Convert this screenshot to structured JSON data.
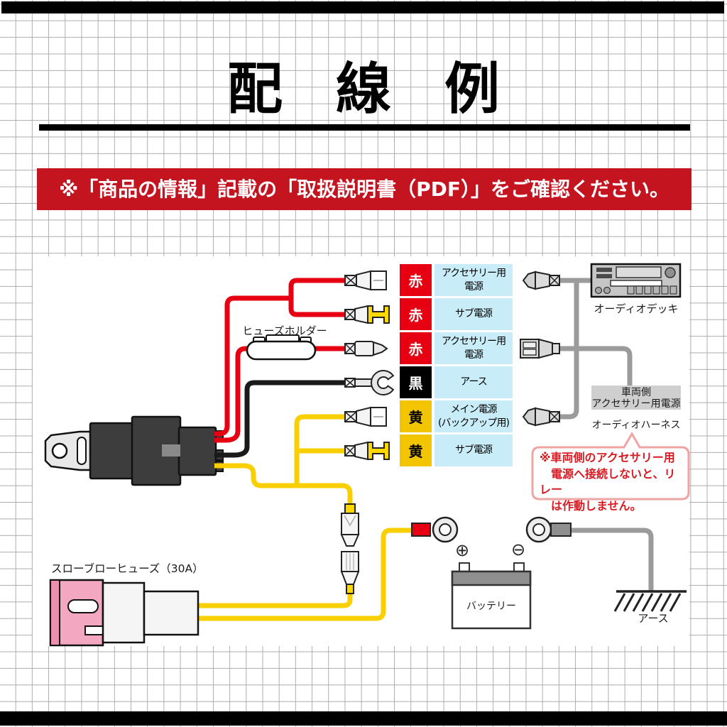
{
  "title": "配線例",
  "notice_banner": "※「商品の情報」記載の「取扱説明書（PDF）」をご確認ください。",
  "colors": {
    "banner_bg": "#c41420",
    "wire_red": "#e60012",
    "wire_yellow": "#f9cf00",
    "wire_black": "#1a1a1a",
    "wire_gray": "#9b9b9b",
    "table_description_bg": "#c9edf8"
  },
  "diagram": {
    "fuse_holder_label": "ヒューズホルダー",
    "slow_blow_fuse_label": "スローブローヒューズ（30A）",
    "audio_deck_label": "オーディオデッキ",
    "vehicle_power_box": "車両側\nアクセサリー用電源",
    "audio_harness_label": "オーディオハーネス",
    "relay_note": "※車両側のアクセサリー用\n　電源へ接続しないと、リレー\n　は作動しません。",
    "battery_label": "バッテリー",
    "ground_label": "アース",
    "battery_plus_symbol": "⊕",
    "battery_minus_symbol": "⊖",
    "wire_table": {
      "description_bg": "#c9edf8",
      "rows": [
        {
          "color_label": "赤",
          "color": "#e60012",
          "text_color": "#ffffff",
          "description": "アクセサリー用\n電源"
        },
        {
          "color_label": "赤",
          "color": "#e60012",
          "text_color": "#ffffff",
          "description": "サブ電源"
        },
        {
          "color_label": "赤",
          "color": "#e60012",
          "text_color": "#ffffff",
          "description": "アクセサリー用\n電源"
        },
        {
          "color_label": "黒",
          "color": "#000000",
          "text_color": "#ffffff",
          "description": "アース"
        },
        {
          "color_label": "黄",
          "color": "#f2c500",
          "text_color": "#000000",
          "description": "メイン電源\n(バックアップ用)"
        },
        {
          "color_label": "黄",
          "color": "#f2c500",
          "text_color": "#000000",
          "description": "サブ電源"
        }
      ]
    }
  }
}
